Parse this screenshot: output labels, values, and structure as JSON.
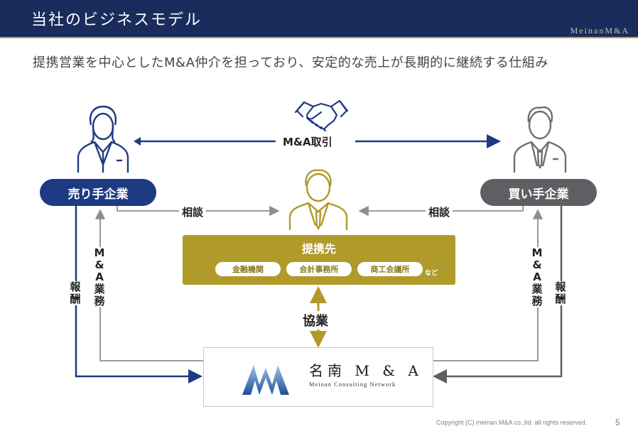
{
  "header": {
    "title": "当社のビジネスモデル",
    "brand": "MeinanM&A"
  },
  "subtitle": "提携営業を中心としたM&A仲介を担っており、安定的な売上が長期的に継続する仕組み",
  "nodes": {
    "seller": "売り手企業",
    "buyer": "買い手企業",
    "partner": {
      "title": "提携先",
      "chips": [
        "金融機関",
        "会計事務所",
        "商工会議所"
      ],
      "suffix": "など"
    },
    "company": {
      "name": "名南 M & A",
      "tagline": "Meinan Consulting Network"
    }
  },
  "edges": {
    "deal": "M&A取引",
    "consult_left": "相談",
    "consult_right": "相談",
    "collab": "協業",
    "ma_service_left": "M&A業務",
    "fee_left": "報酬",
    "ma_service_right": "M&A業務",
    "fee_right": "報酬"
  },
  "colors": {
    "navy": "#1d3a82",
    "gray": "#5f5f63",
    "gold": "#b09a2a",
    "header": "#1a2c5c"
  },
  "footer": {
    "copyright": "Copyright (C) meinan M&A co.,ltd. all rights reserved.",
    "page": "5"
  }
}
